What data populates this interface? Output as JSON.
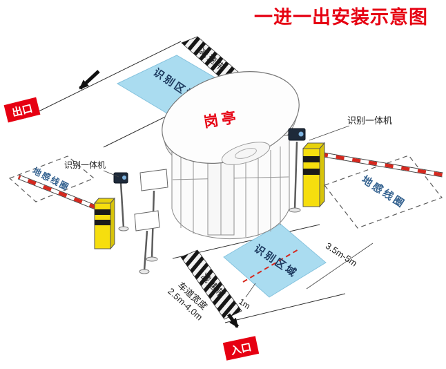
{
  "title": "一进一出安装示意图",
  "colors": {
    "title_red": "#e60012",
    "area_blue": "#aadcf0",
    "area_text": "#1d3a5f",
    "loop_text": "#33618f",
    "cabinet_yellow": "#f6de0e",
    "arm_red": "#d6281e"
  },
  "labels": {
    "exit": "出口",
    "entrance": "入口",
    "booth": "岗亭",
    "reader_left": "识别一体机",
    "reader_right": "识别一体机",
    "loop_left": "地感线圈",
    "loop_right": "地感线圈",
    "area_top": "识别区域",
    "area_bottom": "识别区域",
    "bump_top": "减速带",
    "bump_bottom": "减速带"
  },
  "dimensions": {
    "loop_to_booth": "3.5m-5m",
    "area_offset": "1m",
    "lane_width_label": "车道宽度",
    "lane_width_value": "2.5m-4.0m"
  }
}
